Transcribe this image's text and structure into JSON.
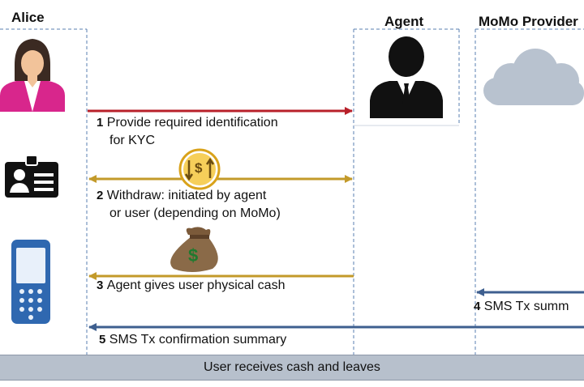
{
  "actors": {
    "alice": "Alice",
    "agent": "Agent",
    "provider": "MoMo Provider"
  },
  "steps": [
    {
      "num": "1",
      "line1": "Provide required identification",
      "line2": "for KYC"
    },
    {
      "num": "2",
      "line1": "Withdraw: initiated by  agent",
      "line2": "or user (depending on MoMo)"
    },
    {
      "num": "3",
      "line1": "Agent gives user physical cash"
    },
    {
      "num": "4",
      "line1": "SMS Tx summ"
    },
    {
      "num": "5",
      "line1": "SMS Tx  confirmation summary"
    }
  ],
  "banner": "User receives cash and leaves",
  "icons": {
    "exchange_symbol": "$",
    "bag_symbol": "$"
  },
  "colors": {
    "red_arrow": "#b8202a",
    "gold_arrow": "#c39a2a",
    "blue_arrow": "#3e5f8f",
    "lifeline": "#5a7fb0"
  }
}
